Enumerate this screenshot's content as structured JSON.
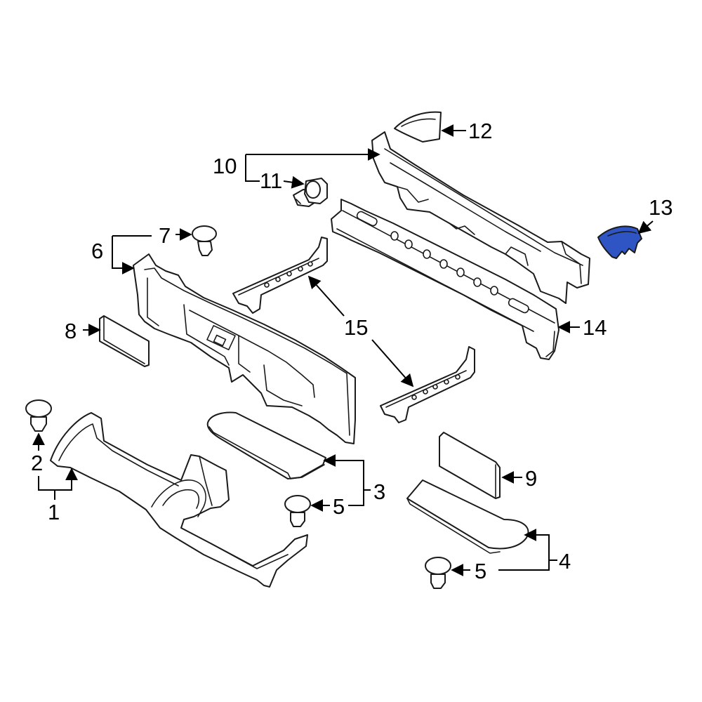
{
  "diagram": {
    "highlight_color": "#2f55c4",
    "line_color": "#1a1a1a",
    "callouts": {
      "c1": "1",
      "c2": "2",
      "c3": "3",
      "c4": "4",
      "c5a": "5",
      "c5b": "5",
      "c6": "6",
      "c7": "7",
      "c8": "8",
      "c9": "9",
      "c10": "10",
      "c11": "11",
      "c12": "12",
      "c13": "13",
      "c14": "14",
      "c15": "15"
    }
  }
}
